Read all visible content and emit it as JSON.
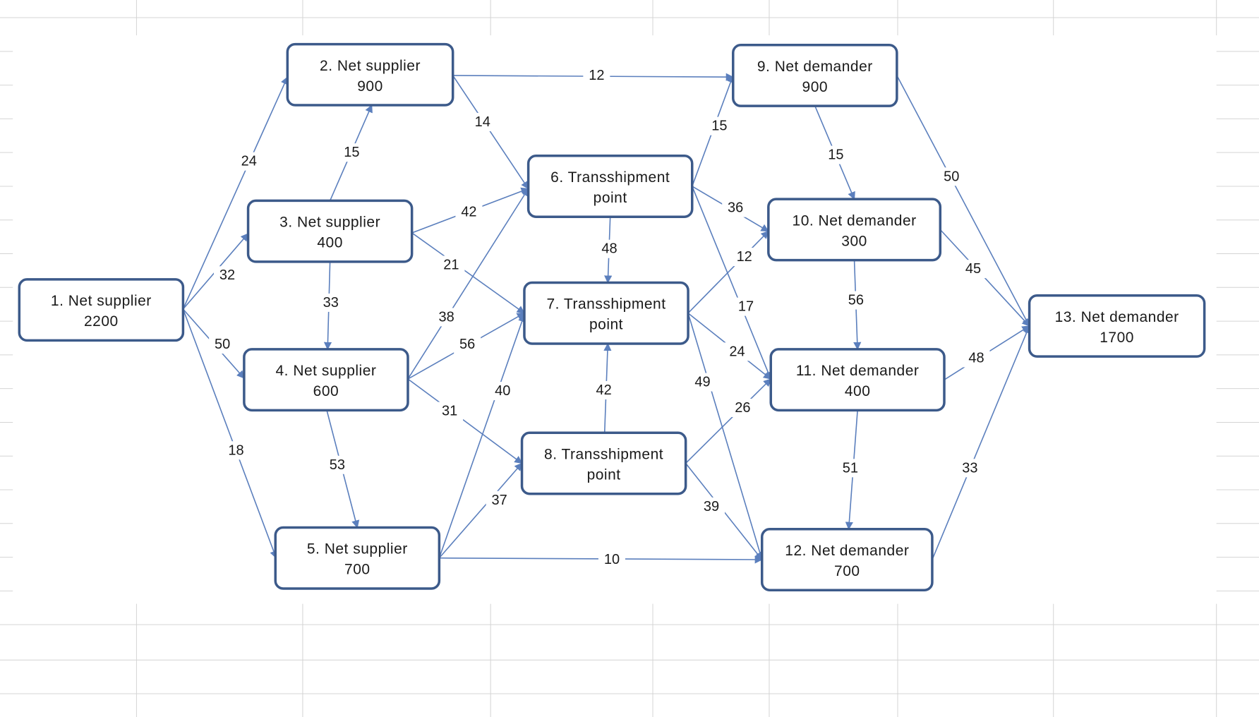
{
  "nodes": [
    {
      "id": 1,
      "line1": "1. Net supplier",
      "line2": "2200"
    },
    {
      "id": 2,
      "line1": "2. Net supplier",
      "line2": "900"
    },
    {
      "id": 3,
      "line1": "3. Net supplier",
      "line2": "400"
    },
    {
      "id": 4,
      "line1": "4. Net supplier",
      "line2": "600"
    },
    {
      "id": 5,
      "line1": "5. Net supplier",
      "line2": "700"
    },
    {
      "id": 6,
      "line1": "6. Transshipment",
      "line2": "point"
    },
    {
      "id": 7,
      "line1": "7. Transshipment",
      "line2": "point"
    },
    {
      "id": 8,
      "line1": "8. Transshipment",
      "line2": "point"
    },
    {
      "id": 9,
      "line1": "9. Net demander",
      "line2": "900"
    },
    {
      "id": 10,
      "line1": "10. Net demander",
      "line2": "300"
    },
    {
      "id": 11,
      "line1": "11. Net demander",
      "line2": "400"
    },
    {
      "id": 12,
      "line1": "12. Net demander",
      "line2": "700"
    },
    {
      "id": 13,
      "line1": "13. Net demander",
      "line2": "1700"
    }
  ],
  "edges": [
    {
      "from": 1,
      "to": 2,
      "cost": "24"
    },
    {
      "from": 1,
      "to": 3,
      "cost": "32"
    },
    {
      "from": 1,
      "to": 4,
      "cost": "50"
    },
    {
      "from": 1,
      "to": 5,
      "cost": "18"
    },
    {
      "from": 3,
      "to": 2,
      "cost": "15"
    },
    {
      "from": 3,
      "to": 4,
      "cost": "33"
    },
    {
      "from": 4,
      "to": 5,
      "cost": "53"
    },
    {
      "from": 2,
      "to": 9,
      "cost": "12"
    },
    {
      "from": 2,
      "to": 6,
      "cost": "14"
    },
    {
      "from": 3,
      "to": 6,
      "cost": "42"
    },
    {
      "from": 3,
      "to": 7,
      "cost": "21"
    },
    {
      "from": 4,
      "to": 6,
      "cost": "38"
    },
    {
      "from": 4,
      "to": 7,
      "cost": "56"
    },
    {
      "from": 4,
      "to": 8,
      "cost": "31"
    },
    {
      "from": 5,
      "to": 7,
      "cost": "40"
    },
    {
      "from": 5,
      "to": 8,
      "cost": "37"
    },
    {
      "from": 5,
      "to": 12,
      "cost": "10"
    },
    {
      "from": 6,
      "to": 7,
      "cost": "48"
    },
    {
      "from": 8,
      "to": 7,
      "cost": "42"
    },
    {
      "from": 6,
      "to": 9,
      "cost": "15"
    },
    {
      "from": 6,
      "to": 10,
      "cost": "36"
    },
    {
      "from": 6,
      "to": 11,
      "cost": "17"
    },
    {
      "from": 7,
      "to": 10,
      "cost": "12"
    },
    {
      "from": 7,
      "to": 11,
      "cost": "24"
    },
    {
      "from": 7,
      "to": 12,
      "cost": "49"
    },
    {
      "from": 8,
      "to": 11,
      "cost": "26"
    },
    {
      "from": 8,
      "to": 12,
      "cost": "39"
    },
    {
      "from": 9,
      "to": 10,
      "cost": "15"
    },
    {
      "from": 9,
      "to": 13,
      "cost": "50"
    },
    {
      "from": 10,
      "to": 11,
      "cost": "56"
    },
    {
      "from": 10,
      "to": 13,
      "cost": "45"
    },
    {
      "from": 11,
      "to": 12,
      "cost": "51"
    },
    {
      "from": 11,
      "to": 13,
      "cost": "48"
    },
    {
      "from": 12,
      "to": 13,
      "cost": "33"
    }
  ],
  "colors": {
    "node_border": "#3c5a8a",
    "edge": "#5b7fbd",
    "gridline": "#d4d4d4",
    "text": "#1a1a1a"
  }
}
